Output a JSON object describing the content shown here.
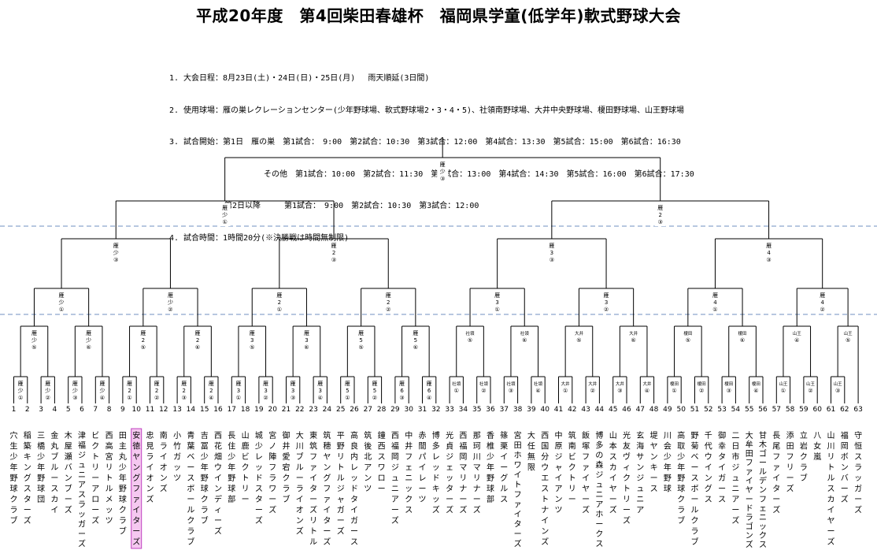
{
  "title": "平成20年度　第4回柴田春雄杯　福岡県学童(低学年)軟式野球大会",
  "info": [
    "1. 大会日程：8月23日(土)・24日(日)・25日(月)　 雨天順延(3日間)",
    "2. 使用球場：雁の巣レクレーションセンター(少年野球場、軟式野球場2・3・4・5)、社領南野球場、大井中央野球場、榎田野球場、山王野球場",
    "3. 試合開始：第1日　雁の巣　第1試合：　9:00　第2試合：10:30　第3試合：12:00　第4試合：13:30　第5試合：15:00　第6試合：16:30",
    "　　　　　　　　　　　　その他　第1試合：10:00　第2試合：11:30　第3試合：13:00　第4試合：14:30　第5試合：16:00　第6試合：17:30",
    "　　　　　　　第2日以降　　　第1試合：　9:00　第2試合：10:30　第3試合：12:00",
    "4. 試合時間：1時間20分(※決勝戦は時間無制限)"
  ],
  "final_label": [
    "雁",
    "少",
    "③"
  ],
  "semi_labels": [
    [
      "雁",
      "少",
      "①"
    ],
    [
      "雁",
      "2",
      "③"
    ]
  ],
  "quarter_labels": [
    [
      "雁",
      "少",
      "③"
    ],
    [
      "雁",
      "2",
      "③"
    ],
    [
      "雁",
      "3",
      "③"
    ],
    [
      "雁",
      "4",
      "③"
    ]
  ],
  "r4_labels": [
    [
      "雁",
      "少",
      "①"
    ],
    [
      "雁",
      "少",
      "②"
    ],
    [
      "雁",
      "2",
      "①"
    ],
    [
      "雁",
      "2",
      "②"
    ],
    [
      "雁",
      "3",
      "①"
    ],
    [
      "雁",
      "3",
      "②"
    ],
    [
      "雁",
      "4",
      "①"
    ],
    [
      "雁",
      "4",
      "②"
    ]
  ],
  "r3_labels": [
    [
      "雁",
      "少",
      "⑤"
    ],
    [
      "雁",
      "少",
      "⑥"
    ],
    [
      "雁",
      "2",
      "⑤"
    ],
    [
      "雁",
      "2",
      "⑥"
    ],
    [
      "雁",
      "3",
      "⑤"
    ],
    [
      "雁",
      "3",
      "⑥"
    ],
    [
      "雁",
      "5",
      "⑤"
    ],
    [
      "雁",
      "5",
      "⑥"
    ],
    [
      "社領",
      "⑤"
    ],
    [
      "社領",
      "⑥"
    ],
    [
      "大井",
      "⑤"
    ],
    [
      "大井",
      "⑥"
    ],
    [
      "榎田",
      "⑤"
    ],
    [
      "榎田",
      "⑥"
    ],
    [
      "山王",
      "④"
    ],
    [
      "山王",
      "⑤"
    ]
  ],
  "r2_labels": [
    [
      "雁",
      "少",
      "①"
    ],
    [
      "雁",
      "少",
      "②"
    ],
    [
      "雁",
      "少",
      "③"
    ],
    [
      "雁",
      "少",
      "④"
    ],
    [
      "雁",
      "2",
      "①"
    ],
    [
      "雁",
      "2",
      "②"
    ],
    [
      "雁",
      "2",
      "③"
    ],
    [
      "雁",
      "2",
      "④"
    ],
    [
      "雁",
      "3",
      "①"
    ],
    [
      "雁",
      "3",
      "②"
    ],
    [
      "雁",
      "3",
      "③"
    ],
    [
      "雁",
      "3",
      "④"
    ],
    [
      "雁",
      "5",
      "①"
    ],
    [
      "雁",
      "5",
      "②"
    ],
    [
      "雁",
      "6",
      "③"
    ],
    [
      "雁",
      "6",
      "④"
    ],
    [
      "社領",
      "①"
    ],
    [
      "社領",
      "②"
    ],
    [
      "社領",
      "③"
    ],
    [
      "社領",
      "④"
    ],
    [
      "大井",
      "①"
    ],
    [
      "大井",
      "②"
    ],
    [
      "大井",
      "③"
    ],
    [
      "大井",
      "④"
    ],
    [
      "榎田",
      "①"
    ],
    [
      "榎田",
      "②"
    ],
    [
      "榎田",
      "③"
    ],
    [
      "榎田",
      "④"
    ],
    [
      "山王",
      "①"
    ],
    [
      "山王",
      "②"
    ],
    [
      "山王",
      "③"
    ]
  ],
  "teams": [
    {
      "no": "1",
      "name": "穴生少年野球クラブ"
    },
    {
      "no": "2",
      "name": "稲築キングスターズ"
    },
    {
      "no": "3",
      "name": "三橋少年野球団"
    },
    {
      "no": "4",
      "name": "金丸ブルースカイ"
    },
    {
      "no": "5",
      "name": "木屋瀬バンブーズ"
    },
    {
      "no": "6",
      "name": "津福ジュニアスラッガーズ"
    },
    {
      "no": "7",
      "name": "ビクトリーアローズ"
    },
    {
      "no": "8",
      "name": "西高宮リトルメッツ"
    },
    {
      "no": "9",
      "name": "田主丸少年野球クラブ"
    },
    {
      "no": "10",
      "name": "安徳ヤングファイターズ"
    },
    {
      "no": "11",
      "name": "忠見ライオンズ"
    },
    {
      "no": "12",
      "name": "南ライオンズ"
    },
    {
      "no": "13",
      "name": "小竹ガッツ"
    },
    {
      "no": "14",
      "name": "青葉ベースボールクラブ"
    },
    {
      "no": "15",
      "name": "吉冨少年野球クラブ"
    },
    {
      "no": "16",
      "name": "西花畑ウインディーズ"
    },
    {
      "no": "17",
      "name": "長住少年野球部"
    },
    {
      "no": "18",
      "name": "山鹿ビクトリー"
    },
    {
      "no": "19",
      "name": "城少レッドスターズ"
    },
    {
      "no": "20",
      "name": "宮ノ陣フラワーズ"
    },
    {
      "no": "21",
      "name": "御井愛宕クラブ"
    },
    {
      "no": "22",
      "name": "大川ブルーライオンズ"
    },
    {
      "no": "23",
      "name": "東筑ファイターズリトル"
    },
    {
      "no": "24",
      "name": "筑穂ヤングファイターズ"
    },
    {
      "no": "25",
      "name": "平野リトルジャガーズ"
    },
    {
      "no": "26",
      "name": "高良内レッドタイガース"
    },
    {
      "no": "27",
      "name": "筑後北アンツ"
    },
    {
      "no": "28",
      "name": "鐘西スワロー"
    },
    {
      "no": "29",
      "name": "西福岡ジュニアーズ"
    },
    {
      "no": "30",
      "name": "中井フェニックス"
    },
    {
      "no": "31",
      "name": "赤間パイレーツ"
    },
    {
      "no": "32",
      "name": "博多レッドキッズ"
    },
    {
      "no": "33",
      "name": "光貞ジェッターズ"
    },
    {
      "no": "34",
      "name": "西福岡マリナーズ"
    },
    {
      "no": "35",
      "name": "那珂川マリナーズ"
    },
    {
      "no": "36",
      "name": "香椎少年野球部"
    },
    {
      "no": "37",
      "name": "篠栗イーグルス"
    },
    {
      "no": "38",
      "name": "宮田ホワイトファイターズ"
    },
    {
      "no": "39",
      "name": "大任無限"
    },
    {
      "no": "40",
      "name": "西国分ウエストナインズ"
    },
    {
      "no": "41",
      "name": "中原ジャイアンツ"
    },
    {
      "no": "42",
      "name": "筑南ビクトリー"
    },
    {
      "no": "43",
      "name": "飯塚ファイヤーズ"
    },
    {
      "no": "44",
      "name": "博多の森ジュニアホークス"
    },
    {
      "no": "45",
      "name": "山本スカイヤーズ"
    },
    {
      "no": "46",
      "name": "光友ヴィクトリーズ"
    },
    {
      "no": "47",
      "name": "玄海サンジュニア"
    },
    {
      "no": "48",
      "name": "堤ヤンキース"
    },
    {
      "no": "49",
      "name": "川会少年野球"
    },
    {
      "no": "50",
      "name": "高取少年野球クラブ"
    },
    {
      "no": "51",
      "name": "野菊ベースボールクラブ"
    },
    {
      "no": "52",
      "name": "千代ウイングス"
    },
    {
      "no": "53",
      "name": "御幸タイガース"
    },
    {
      "no": "54",
      "name": "二日市ジュニアーズ"
    },
    {
      "no": "55",
      "name": "大牟田ファイヤードラゴンズ"
    },
    {
      "no": "56",
      "name": "甘木ゴールデンフェニックス"
    },
    {
      "no": "57",
      "name": "長尾ファイターズ"
    },
    {
      "no": "58",
      "name": "添田フリーズ"
    },
    {
      "no": "59",
      "name": "立岩クラブ"
    },
    {
      "no": "60",
      "name": "八女嵐"
    },
    {
      "no": "61",
      "name": "山川リトルスカイヤーズ"
    },
    {
      "no": "62",
      "name": "福岡ボンバーズ"
    },
    {
      "no": "63",
      "name": "守恒スラッガーズ"
    }
  ],
  "highlight_team_index": 9,
  "colors": {
    "highlight_fill": "#f5c8f0",
    "highlight_border": "#c040c0",
    "dash": "#6f8fc0",
    "line": "#000000"
  }
}
